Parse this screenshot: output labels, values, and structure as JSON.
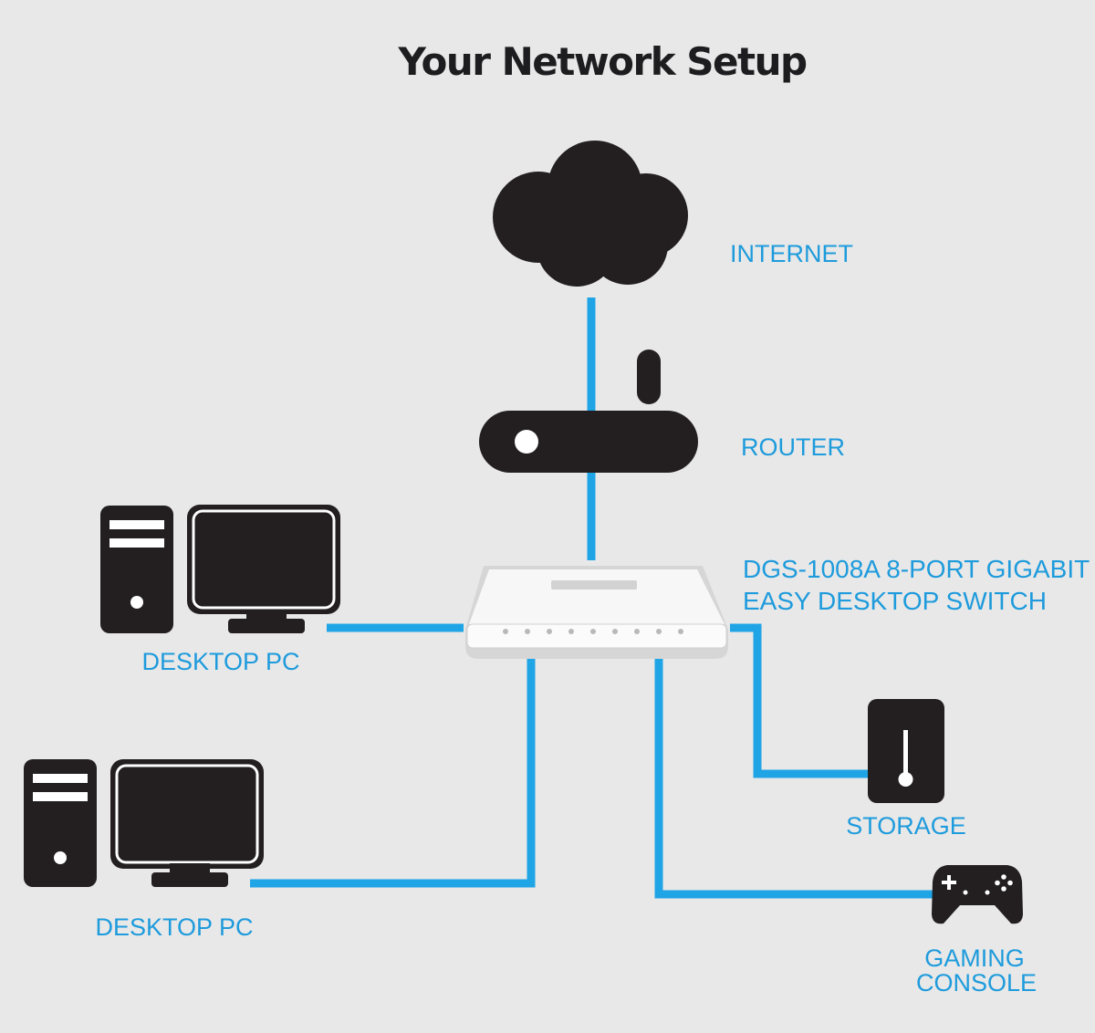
{
  "title": "Your Network Setup",
  "labels": {
    "internet": "INTERNET",
    "router": "ROUTER",
    "switch_line1": "DGS-1008A 8-PORT GIGABIT",
    "switch_line2": "EASY DESKTOP SWITCH",
    "desktop_pc_1": "DESKTOP PC",
    "desktop_pc_2": "DESKTOP PC",
    "storage": "STORAGE",
    "gaming_line1": "GAMING",
    "gaming_line2": "CONSOLE"
  },
  "colors": {
    "background": "#e8e8e8",
    "cable": "#1fa4e6",
    "label": "#1e9bdc",
    "device": "#231f20"
  }
}
